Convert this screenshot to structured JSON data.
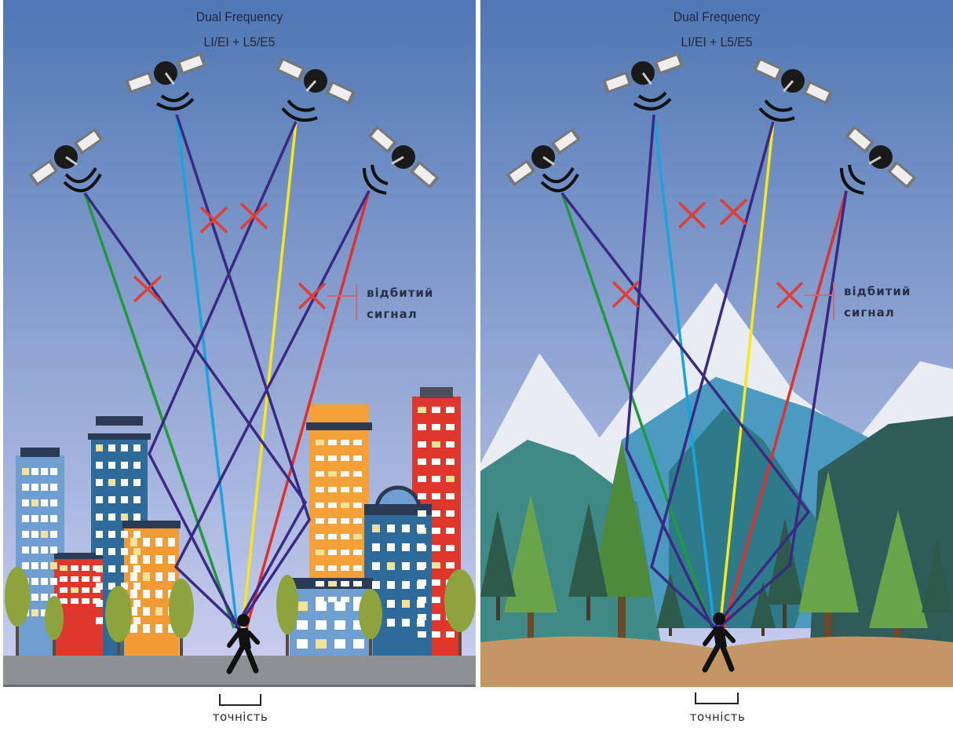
{
  "panels": [
    {
      "id": "city",
      "title_line1": "Dual Frequency",
      "title_line2": "LI/EI + L5/E5",
      "reflected_line1": "відбитий",
      "reflected_line2": "сигнал",
      "accuracy_label": "точність"
    },
    {
      "id": "mountains",
      "title_line1": "Dual Frequency",
      "title_line2": "LI/EI + L5/E5",
      "reflected_line1": "відбитий",
      "reflected_line2": "сигнал",
      "accuracy_label": "точність"
    }
  ],
  "colors": {
    "sky_top": "#4f77b4",
    "sky_bottom": "#c9cdee",
    "signal_green": "#1f9a3c",
    "signal_blue": "#1aa3dc",
    "signal_yellow": "#f6e81a",
    "signal_red": "#e0302d",
    "reflected_signal": "#3a2a83",
    "blocked_mark": "#e23c34"
  }
}
